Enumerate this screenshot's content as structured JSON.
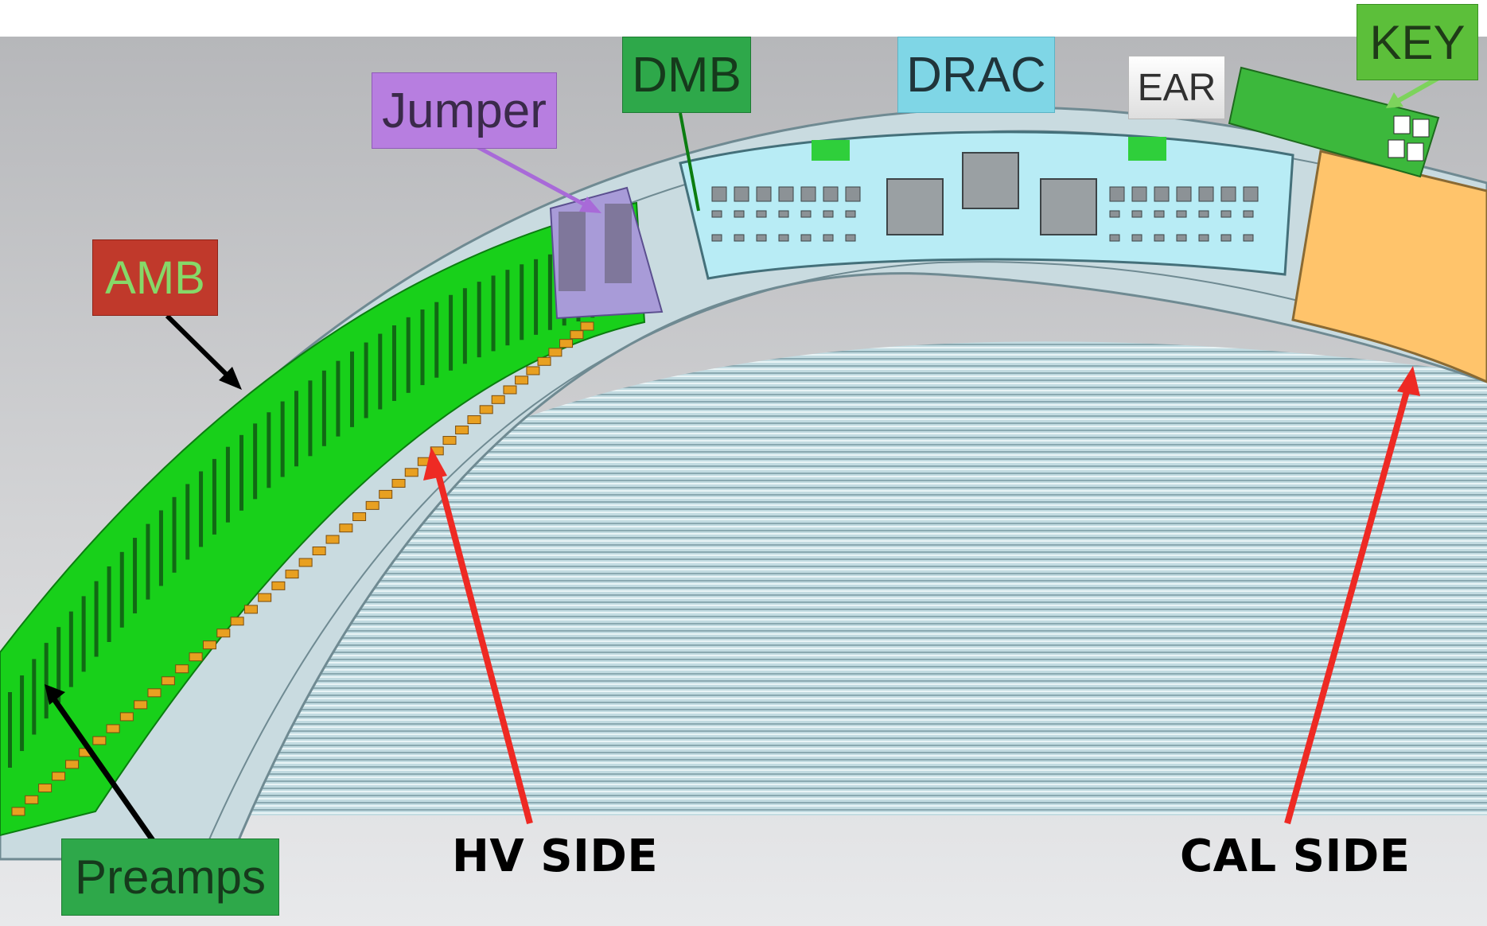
{
  "labels": {
    "amb": "AMB",
    "jumper": "Jumper",
    "dmb": "DMB",
    "drac": "DRAC",
    "ear": "EAR",
    "key": "KEY",
    "preamps": "Preamps",
    "hv_side": "HV SIDE",
    "cal_side": "CAL SIDE"
  },
  "colors": {
    "background_top": "#b9babd",
    "background_bottom": "#e7e8ea",
    "frame": "#c7d8dd",
    "amb_board": "#19d21b",
    "jumper_board": "#a89bd8",
    "drac_board": "#b8ecf5",
    "cal_board": "#ffc46b",
    "key_board": "#3cb83c",
    "wires": "#bcd6dc",
    "preamp_chip": "#e8a021",
    "label_amb_bg": "#c0392b",
    "label_amb_fg": "#7dd35c",
    "label_jumper_bg": "#b77ee0",
    "label_dmb_bg": "#2ea84a",
    "label_drac_bg": "#7fd6e6",
    "label_ear_bg": "#f2f2f2",
    "label_key_bg": "#5cbf3a",
    "label_preamps_bg": "#2ea84a",
    "arrow_red": "#ee2a24",
    "arrow_black": "#000000"
  }
}
